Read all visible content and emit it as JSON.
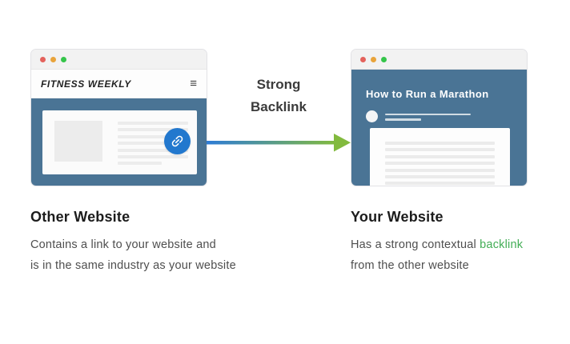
{
  "left_window": {
    "traffic_lights": [
      "#e4625c",
      "#e9a43b",
      "#35c54a"
    ],
    "nav_title": "FITNESS WEEKLY",
    "menu_icon_glyph": "≡",
    "content_color": "#4a7495",
    "link_badge_color": "#2278ce",
    "card_skeleton_lines": 7
  },
  "right_window": {
    "traffic_lights": [
      "#e4625c",
      "#e9a43b",
      "#35c54a"
    ],
    "heading": "How to Run a Marathon",
    "content_color": "#4a7495",
    "card_skeleton_lines": 7
  },
  "connector": {
    "label_line1": "Strong",
    "label_line2": "Backlink",
    "gradient_from": "#2e7cd6",
    "gradient_to": "#82ba3e"
  },
  "captions": {
    "left": {
      "title": "Other Website",
      "line1": "Contains a link to your website and",
      "line2": "is in the same industry as your website"
    },
    "right": {
      "title": "Your Website",
      "line1_prefix": "Has a strong contextual ",
      "highlight": "backlink",
      "highlight_color": "#42ad55",
      "line2": "from the other website"
    }
  }
}
